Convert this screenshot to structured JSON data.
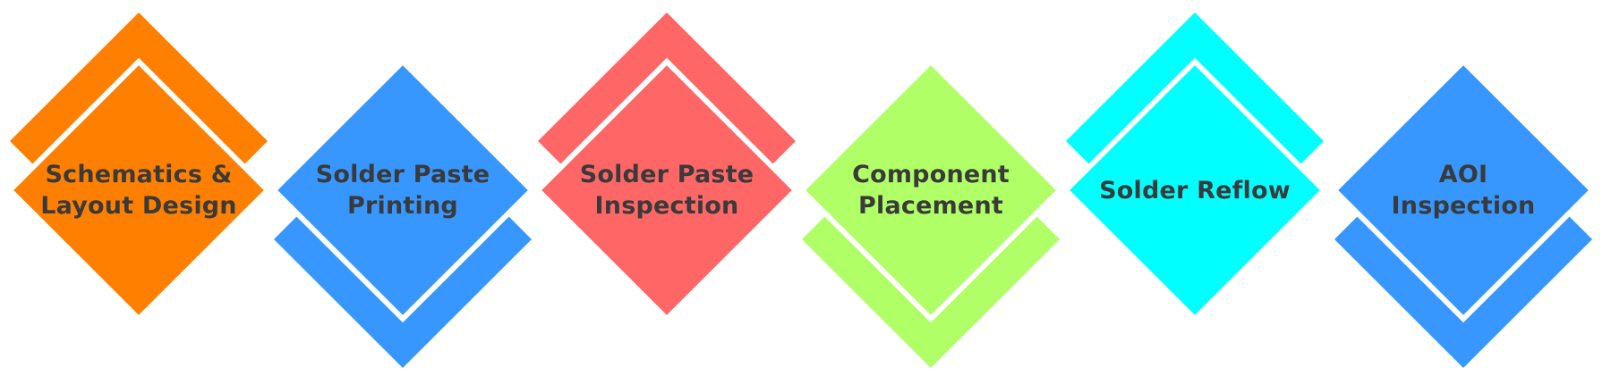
{
  "diagram": {
    "steps": [
      {
        "lines": [
          "Schematics &",
          "Layout Design"
        ],
        "color": "#ff8000",
        "accent": "top"
      },
      {
        "lines": [
          "Solder Paste",
          "Printing"
        ],
        "color": "#3797ff",
        "accent": "bottom"
      },
      {
        "lines": [
          "Solder Paste",
          "Inspection"
        ],
        "color": "#ff6666",
        "accent": "top"
      },
      {
        "lines": [
          "Component",
          "Placement"
        ],
        "color": "#b0ff66",
        "accent": "bottom"
      },
      {
        "lines": [
          "Solder Reflow"
        ],
        "color": "#00ffff",
        "accent": "top"
      },
      {
        "lines": [
          "AOI",
          "Inspection"
        ],
        "color": "#3797ff",
        "accent": "bottom"
      }
    ]
  }
}
